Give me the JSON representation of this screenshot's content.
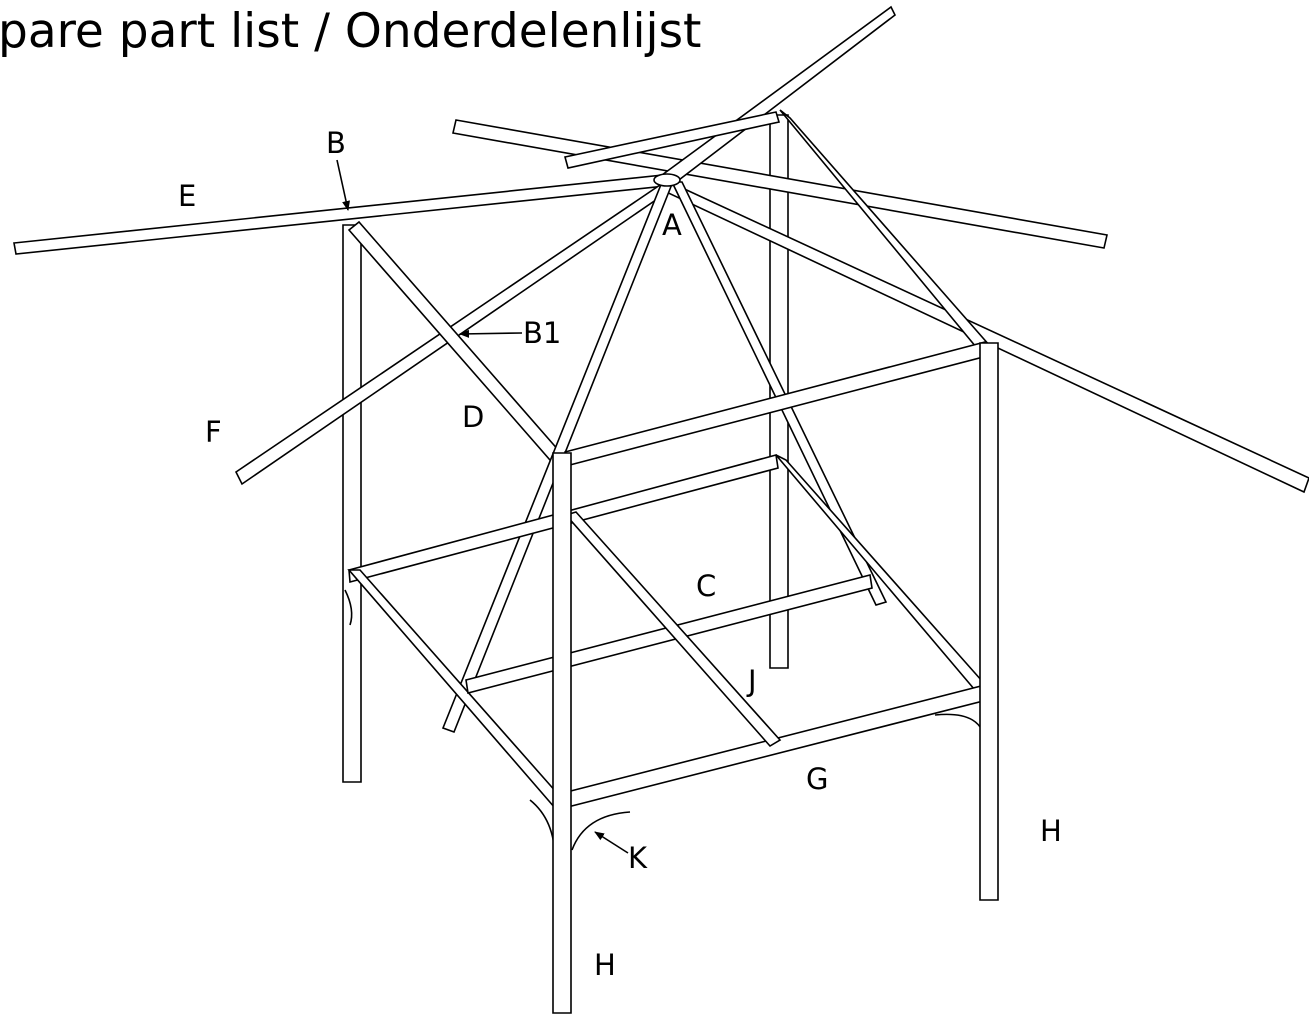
{
  "title": "pare part list / Onderdelenlijst",
  "labels": {
    "A": "A",
    "B": "B",
    "B1": "B1",
    "C": "C",
    "D": "D",
    "E": "E",
    "F": "F",
    "G": "G",
    "H_right": "H",
    "H_front": "H",
    "J": "J",
    "K": "K"
  }
}
